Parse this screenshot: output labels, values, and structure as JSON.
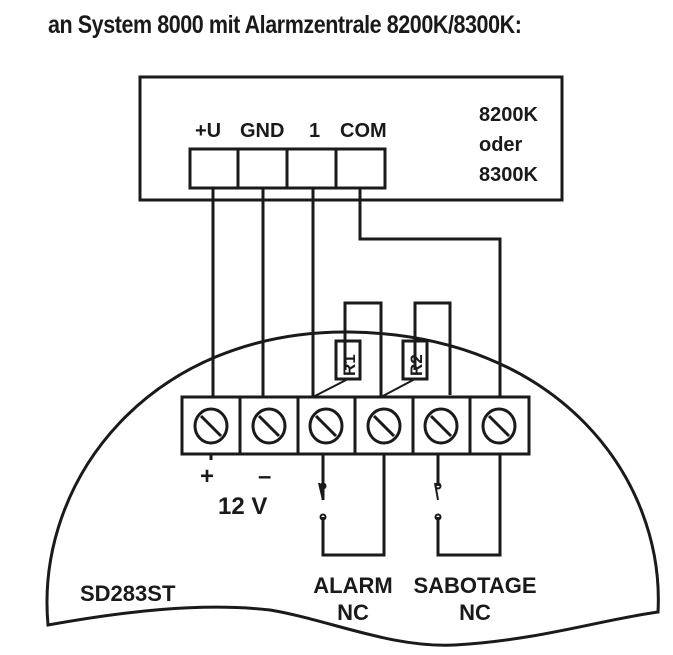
{
  "title": "an System 8000 mit Alarmzentrale 8200K/8300K:",
  "control_panel": {
    "terminal_labels": [
      "+U",
      "GND",
      "1",
      "COM"
    ],
    "model_line1": "8200K",
    "model_line2": "oder",
    "model_line3": "8300K"
  },
  "detector": {
    "model": "SD283ST",
    "resistors": [
      "R1",
      "R2"
    ],
    "power_plus": "+",
    "power_minus": "–",
    "voltage": "12 V",
    "alarm_line1": "ALARM",
    "alarm_line2": "NC",
    "sabotage_line1": "SABOTAGE",
    "sabotage_line2": "NC"
  },
  "colors": {
    "ink": "#1a1a1a",
    "background": "#ffffff"
  }
}
